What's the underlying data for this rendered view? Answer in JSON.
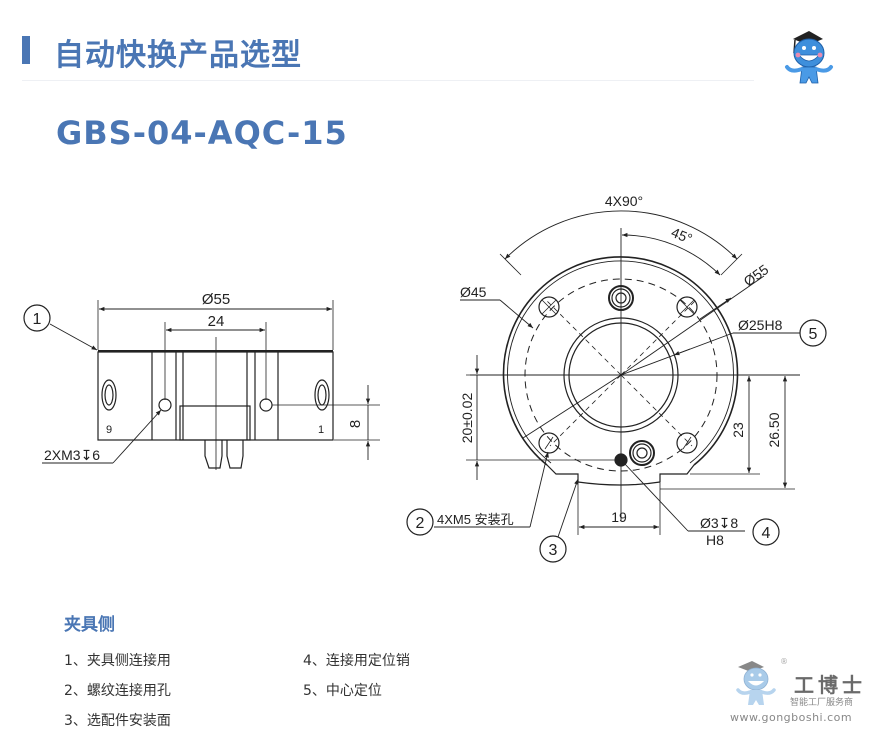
{
  "header": {
    "title": "自动快换产品选型",
    "accent_color": "#4a76b4"
  },
  "product": {
    "model": "GBS-04-AQC-15"
  },
  "side_view": {
    "callout_1": "1",
    "dim_outer": "Ø55",
    "dim_holes": "24",
    "dim_height": "8",
    "thread_note": "2XM3↧6",
    "mark_left": "9",
    "mark_right": "1"
  },
  "front_view": {
    "dim_angle_total": "4X90°",
    "dim_angle_half": "45°",
    "dim_pcd": "Ø45",
    "dim_outer": "Ø55",
    "dim_bore": "Ø25H8",
    "dim_offset": "20±0.02",
    "dim_23": "23",
    "dim_26_5": "26.50",
    "dim_19": "19",
    "pin_note_line1": "Ø3↧8",
    "pin_note_line2": "H8",
    "mount_note": "4XM5 安装孔",
    "callouts": [
      "2",
      "3",
      "4",
      "5"
    ]
  },
  "legend": {
    "title": "夹具侧",
    "items": [
      {
        "label": "1、夹具侧连接用"
      },
      {
        "label": "2、螺纹连接用孔"
      },
      {
        "label": "3、选配件安装面"
      },
      {
        "label": "4、连接用定位销"
      },
      {
        "label": "5、中心定位"
      }
    ]
  },
  "brand": {
    "name": "工博士",
    "tagline": "智能工厂服务商",
    "url": "www.gongboshi.com",
    "registered": "®"
  }
}
